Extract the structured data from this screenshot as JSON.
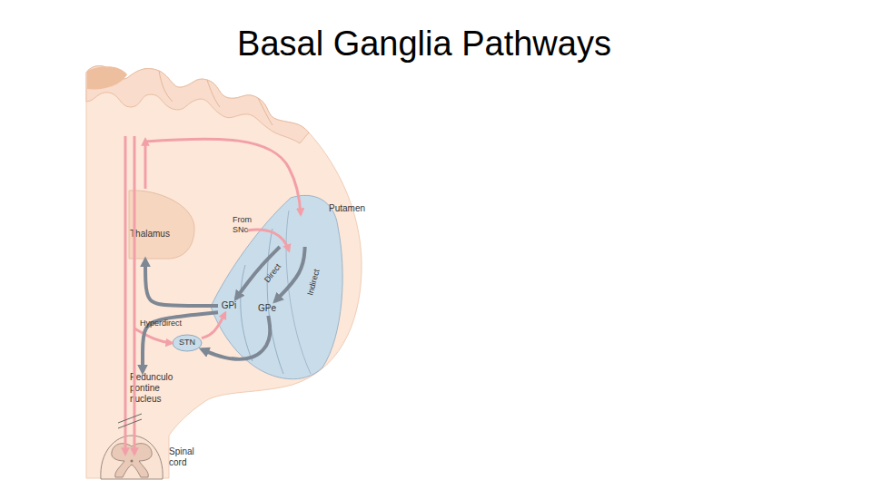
{
  "diagram": {
    "title": "Basal Ganglia Pathways",
    "nodes": [
      {
        "text": [
          "Putamen"
        ]
      },
      {
        "text": [
          "Thalamus"
        ]
      },
      {
        "text": [
          "GPi"
        ]
      },
      {
        "text": [
          "GPe"
        ]
      },
      {
        "text": [
          "STN"
        ]
      },
      {
        "text": [
          "Pedunculo pontine nucleus"
        ]
      },
      {
        "text": [
          "Spinal cord"
        ]
      }
    ],
    "edges": [
      {
        "from": 0,
        "to": 2,
        "label": "Direct",
        "arrow": "to"
      },
      {
        "from": 0,
        "to": 3,
        "label": "Indirect",
        "arrow": "to"
      },
      {
        "from": 3,
        "to": 4,
        "arrow": "to"
      },
      {
        "from": 4,
        "to": 2,
        "arrow": "to"
      },
      {
        "from": 2,
        "to": 1,
        "arrow": "to"
      },
      {
        "from": 2,
        "to": 5,
        "arrow": "to"
      }
    ],
    "labels": [
      "From SNc",
      "Hyperdirect"
    ]
  }
}
